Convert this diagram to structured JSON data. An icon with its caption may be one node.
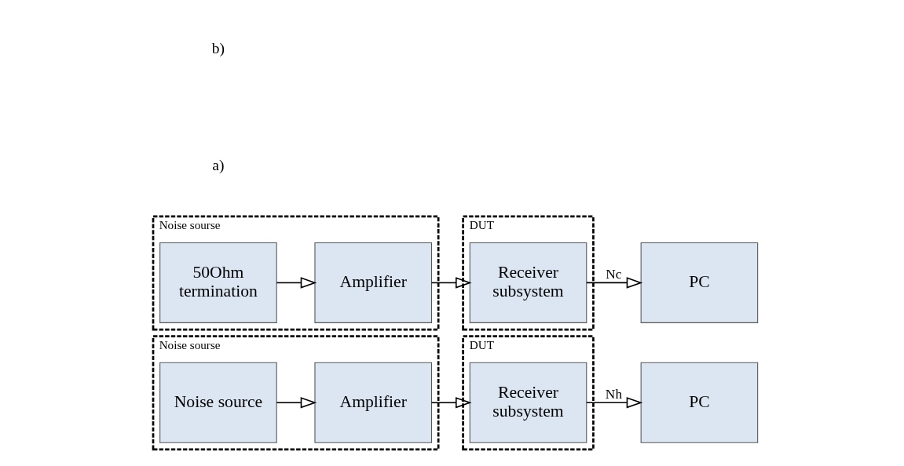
{
  "diagram": {
    "nodes": [
      {
        "text": [
          "Noise sourse"
        ]
      },
      {
        "text": [
          "Noise source"
        ],
        "in": 0
      },
      {
        "text": [
          "Amplifier"
        ],
        "in": 0
      },
      {
        "text": [
          "DUT"
        ]
      },
      {
        "text": [
          "Receiver subsystem"
        ],
        "in": 3
      },
      {
        "text": [
          "PC"
        ]
      },
      {
        "text": [
          "Noise sourse"
        ]
      },
      {
        "text": [
          "50Ohm termination"
        ],
        "in": 6
      },
      {
        "text": [
          "Amplifier"
        ],
        "in": 6
      },
      {
        "text": [
          "DUT"
        ]
      },
      {
        "text": [
          "Receiver subsystem"
        ],
        "in": 9
      },
      {
        "text": [
          "PC"
        ]
      }
    ],
    "edges": [
      {
        "from": 1,
        "to": 2,
        "arrow": "to"
      },
      {
        "from": 2,
        "to": 4,
        "arrow": "to"
      },
      {
        "from": 4,
        "to": 5,
        "arrow": "to",
        "label": "Nh"
      },
      {
        "from": 7,
        "to": 8,
        "arrow": "to"
      },
      {
        "from": 8,
        "to": 10,
        "arrow": "to"
      },
      {
        "from": 10,
        "to": 11,
        "arrow": "to",
        "label": "Nc"
      }
    ],
    "labels": [
      "a)",
      "b)"
    ]
  }
}
